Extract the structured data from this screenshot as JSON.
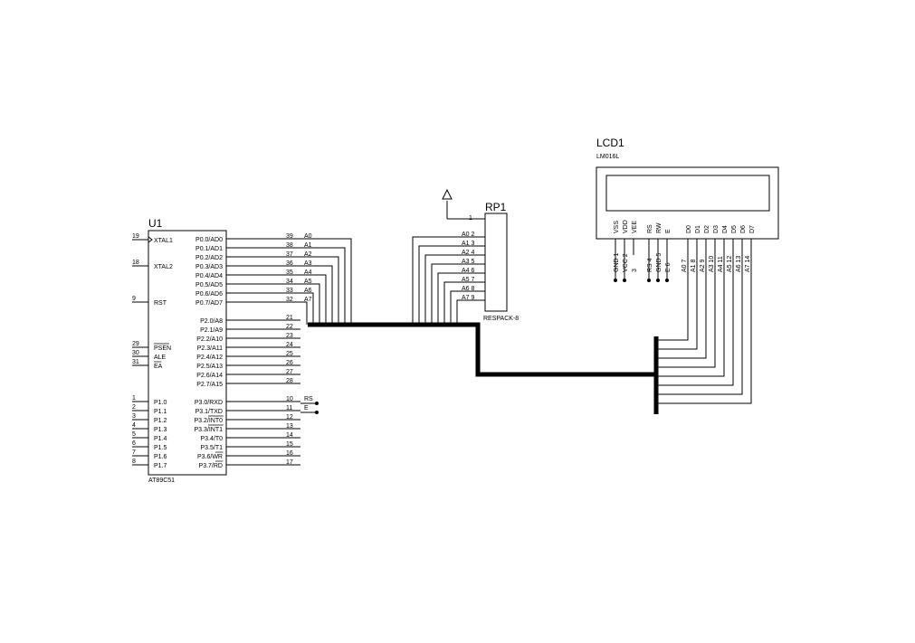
{
  "u1": {
    "ref": "U1",
    "part": "AT89C51",
    "left_pins": [
      {
        "num": "19",
        "name": "XTAL1"
      },
      {
        "num": "18",
        "name": "XTAL2"
      },
      {
        "num": "9",
        "name": "RST"
      },
      {
        "num": "29",
        "name": "PSEN"
      },
      {
        "num": "30",
        "name": "ALE"
      },
      {
        "num": "31",
        "name": "EA"
      },
      {
        "num": "1",
        "name": "P1.0"
      },
      {
        "num": "2",
        "name": "P1.1"
      },
      {
        "num": "3",
        "name": "P1.2"
      },
      {
        "num": "4",
        "name": "P1.3"
      },
      {
        "num": "5",
        "name": "P1.4"
      },
      {
        "num": "6",
        "name": "P1.5"
      },
      {
        "num": "7",
        "name": "P1.6"
      },
      {
        "num": "8",
        "name": "P1.7"
      }
    ],
    "right_pins": [
      {
        "num": "39",
        "name": "P0.0/AD0",
        "net": "A0"
      },
      {
        "num": "38",
        "name": "P0.1/AD1",
        "net": "A1"
      },
      {
        "num": "37",
        "name": "P0.2/AD2",
        "net": "A2"
      },
      {
        "num": "36",
        "name": "P0.3/AD3",
        "net": "A3"
      },
      {
        "num": "35",
        "name": "P0.4/AD4",
        "net": "A4"
      },
      {
        "num": "34",
        "name": "P0.5/AD5",
        "net": "A5"
      },
      {
        "num": "33",
        "name": "P0.6/AD6",
        "net": "A6"
      },
      {
        "num": "32",
        "name": "P0.7/AD7",
        "net": "A7"
      },
      {
        "num": "21",
        "name": "P2.0/A8",
        "net": ""
      },
      {
        "num": "22",
        "name": "P2.1/A9",
        "net": ""
      },
      {
        "num": "23",
        "name": "P2.2/A10",
        "net": ""
      },
      {
        "num": "24",
        "name": "P2.3/A11",
        "net": ""
      },
      {
        "num": "25",
        "name": "P2.4/A12",
        "net": ""
      },
      {
        "num": "26",
        "name": "P2.5/A13",
        "net": ""
      },
      {
        "num": "27",
        "name": "P2.6/A14",
        "net": ""
      },
      {
        "num": "28",
        "name": "P2.7/A15",
        "net": ""
      },
      {
        "num": "10",
        "name": "P3.0/RXD",
        "net": "RS"
      },
      {
        "num": "11",
        "name": "P3.1/TXD",
        "net": "E"
      },
      {
        "num": "12",
        "name": "P3.2/INT0",
        "net": ""
      },
      {
        "num": "13",
        "name": "P3.3/INT1",
        "net": ""
      },
      {
        "num": "14",
        "name": "P3.4/T0",
        "net": ""
      },
      {
        "num": "15",
        "name": "P3.5/T1",
        "net": ""
      },
      {
        "num": "16",
        "name": "P3.6/WR",
        "net": ""
      },
      {
        "num": "17",
        "name": "P3.7/RD",
        "net": ""
      }
    ]
  },
  "rp1": {
    "ref": "RP1",
    "part": "RESPACK-8",
    "common_pin": "1",
    "pins": [
      "A0 2",
      "A1 3",
      "A2 4",
      "A3 5",
      "A4 6",
      "A5 7",
      "A6 8",
      "A7 9"
    ]
  },
  "lcd1": {
    "ref": "LCD1",
    "part": "LM016L",
    "pin_names": [
      "VSS",
      "VDD",
      "VEE",
      "RS",
      "RW",
      "E",
      "D0",
      "D1",
      "D2",
      "D3",
      "D4",
      "D5",
      "D6",
      "D7"
    ],
    "left_labels": [
      "GND 1",
      "VCC 2",
      "3",
      "RS 4",
      "GND 5",
      "E 6"
    ],
    "data_labels": [
      "A0 7",
      "A1 8",
      "A2 9",
      "A3 10",
      "A4 11",
      "A5 12",
      "A6 13",
      "A7 14"
    ]
  }
}
